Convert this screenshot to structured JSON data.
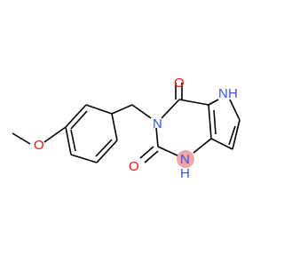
{
  "molecule": {
    "atom_labels": {
      "oxygen_top": "O",
      "oxygen_bottom": "O",
      "oxygen_methoxy": "O",
      "nitrogen_ring": "N",
      "nh_pyrrole": "H",
      "nh_pyrrole_n": "N",
      "nh_pyrimidine": "H",
      "nh_pyrimidine_n": "N"
    },
    "colors": {
      "oxygen": "#ff0d0d",
      "nitrogen": "#3050f8",
      "bond": "#000000",
      "highlight": "#f4a4a4"
    }
  }
}
